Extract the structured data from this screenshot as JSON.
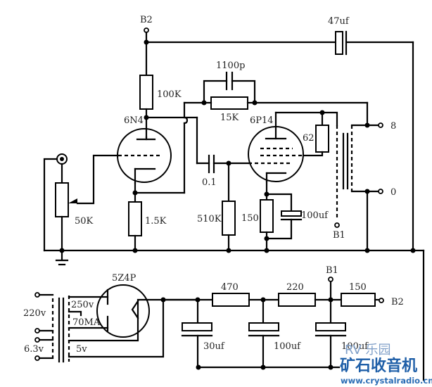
{
  "title": "6N4 + 6P14 single-ended tube amplifier with 5Z4P rectifier power supply",
  "colors": {
    "line": "#000000",
    "background": "#ffffff",
    "label": "#222222",
    "watermark": "#1f5fa8"
  },
  "labels": {
    "b2_top": "B2",
    "cap_47uf": "47uf",
    "cap_1100p": "1100p",
    "res_100k": "100K",
    "res_15k": "15K",
    "tube_6n4": "6N4",
    "tube_6p14": "6P14",
    "res_62": "62",
    "out_8": "8",
    "out_0": "0",
    "pot_50k": "50K",
    "res_1_5k": "1.5K",
    "cap_0_1": "0.1",
    "res_510k": "510K",
    "res_150_cathode": "150",
    "cap_100uf_cathode": "100uf",
    "b1_amp": "B1",
    "tube_5z4p": "5Z4P",
    "mains_220v": "220v",
    "fil_6_3v": "6.3v",
    "sec_250v": "250v",
    "sec_70ma": "70MA",
    "fil_5v": "5v",
    "res_470": "470",
    "res_220": "220",
    "res_150_psu": "150",
    "b1_psu": "B1",
    "b2_psu": "B2",
    "cap_30uf": "30uf",
    "cap_100uf_1": "100uf",
    "cap_100uf_2": "100uf"
  },
  "watermark": {
    "logo": "RV 乐园",
    "name": "矿石收音机",
    "url": "www.crystalradio.cn"
  }
}
